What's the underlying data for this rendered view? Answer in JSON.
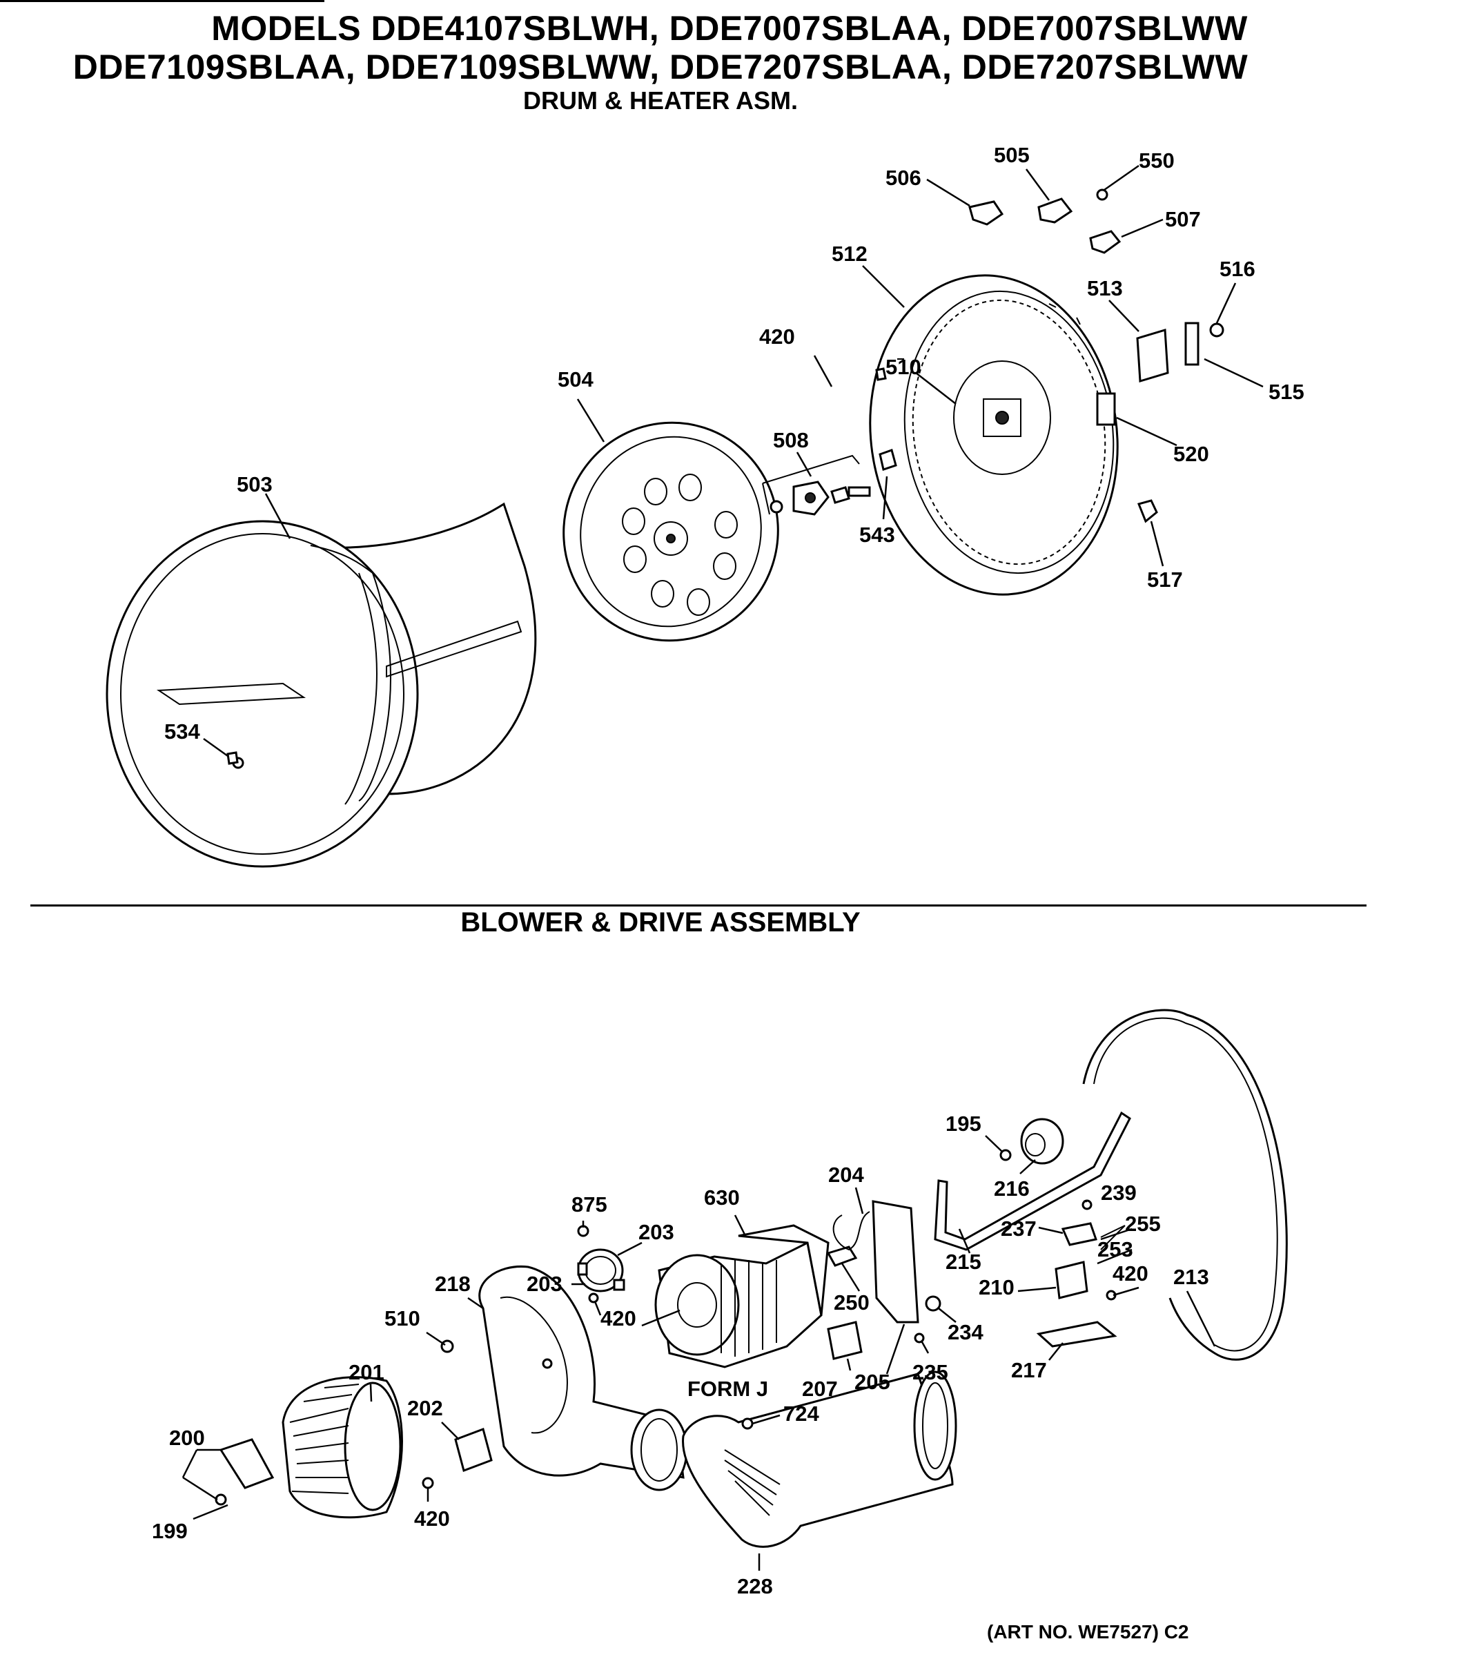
{
  "header": {
    "models_line1": "MODELS DDE4107SBLWH, DDE7007SBLAA, DDE7007SBLWW",
    "models_line2": "DDE7109SBLAA, DDE7109SBLWW, DDE7207SBLAA, DDE7207SBLWW",
    "section1_title": "DRUM & HEATER ASM.",
    "section2_title": "BLOWER & DRIVE ASSEMBLY"
  },
  "footer": {
    "art_number": "(ART NO. WE7527) C2"
  },
  "drum_section": {
    "parts": [
      "503",
      "504",
      "505",
      "506",
      "507",
      "508",
      "510",
      "512",
      "513",
      "515",
      "516",
      "517",
      "520",
      "534",
      "543",
      "550",
      "420"
    ]
  },
  "blower_section": {
    "form_label": "FORM J",
    "parts": [
      "195",
      "199",
      "200",
      "201",
      "202",
      "203",
      "203",
      "204",
      "205",
      "207",
      "210",
      "213",
      "215",
      "216",
      "217",
      "218",
      "228",
      "234",
      "235",
      "237",
      "239",
      "250",
      "253",
      "255",
      "420",
      "420",
      "420",
      "510",
      "630",
      "724",
      "875"
    ]
  }
}
